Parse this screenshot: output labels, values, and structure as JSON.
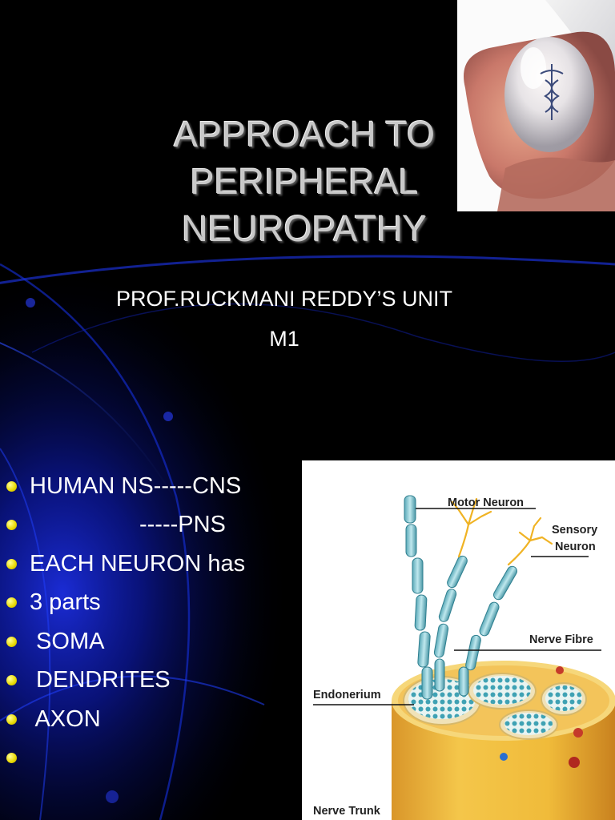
{
  "slide": {
    "title_lines": [
      "APPROACH TO",
      "PERIPHERAL",
      "NEUROPATHY"
    ],
    "subtitle_line1": "PROF.RUCKMANI REDDY’S UNIT",
    "subtitle_line2": "M1"
  },
  "bullets": [
    "HUMAN NS-----CNS",
    "                 -----PNS",
    "EACH NEURON has",
    "3 parts",
    " SOMA",
    " DENDRITES",
    " AXON",
    ""
  ],
  "diagram": {
    "labels": {
      "motor_neuron": "Motor Neuron",
      "sensory_neuron_line1": "Sensory",
      "sensory_neuron_line2": "Neuron",
      "nerve_fibre": "Nerve Fibre",
      "endonerium": "Endonerium",
      "nerve_trunk": "Nerve Trunk"
    }
  },
  "colors": {
    "background": "#000000",
    "title_text": "#c8c8c8",
    "body_text": "#ffffff",
    "bullet_dot": "#e8d800",
    "swirl_blue": "#1a2fd0"
  },
  "icons": {
    "photo": "hand-holding-caduceus-orb-icon",
    "bullet": "yellow-dot-bullet-icon"
  }
}
